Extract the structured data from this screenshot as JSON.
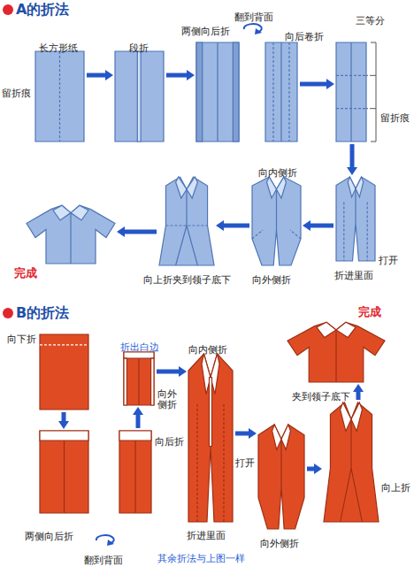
{
  "diagram": {
    "nodes": [
      {
        "text": [
          "长方形纸",
          "留折痕"
        ]
      },
      {
        "text": [
          "段折"
        ]
      },
      {
        "text": [
          "两侧向后折"
        ]
      },
      {
        "text": [
          "翻到背面",
          "向后卷折"
        ]
      },
      {
        "text": [
          "三等分",
          "留折痕"
        ]
      },
      {
        "text": [
          "打开",
          "折进里面"
        ]
      },
      {
        "text": [
          "向内侧折",
          "向外侧折"
        ]
      },
      {
        "text": [
          "向上折夹到领子底下"
        ]
      },
      {
        "text": [
          "完成"
        ]
      },
      {
        "text": [
          "向下折"
        ]
      },
      {
        "text": [
          "两侧向后折"
        ]
      },
      {
        "text": [
          "翻到背面",
          "向后折"
        ]
      },
      {
        "text": [
          "折出白边",
          "向外侧折"
        ]
      },
      {
        "text": [
          "向内侧折",
          "打开",
          "折进里面"
        ]
      },
      {
        "text": [
          "向外侧折"
        ]
      },
      {
        "text": [
          "向上折"
        ]
      },
      {
        "text": [
          "夹到领子底下",
          "完成"
        ]
      }
    ],
    "edges": [
      {
        "from": 0,
        "to": 1,
        "arrow": "to"
      },
      {
        "from": 1,
        "to": 2,
        "arrow": "to"
      },
      {
        "from": 3,
        "to": 4,
        "arrow": "to"
      },
      {
        "from": 4,
        "to": 5,
        "arrow": "to"
      },
      {
        "from": 5,
        "to": 6,
        "arrow": "to"
      },
      {
        "from": 6,
        "to": 7,
        "arrow": "to"
      },
      {
        "from": 7,
        "to": 8,
        "arrow": "to"
      },
      {
        "from": 9,
        "to": 10,
        "arrow": "to"
      },
      {
        "from": 11,
        "to": 12,
        "arrow": "to"
      },
      {
        "from": 12,
        "to": 13,
        "arrow": "to"
      },
      {
        "from": 13,
        "to": 14,
        "arrow": "to"
      },
      {
        "from": 14,
        "to": 15,
        "arrow": "to"
      },
      {
        "from": 15,
        "to": 16,
        "arrow": "to"
      }
    ],
    "labels": [
      "A的折法",
      "B的折法",
      "其余折法与上图一样"
    ]
  }
}
